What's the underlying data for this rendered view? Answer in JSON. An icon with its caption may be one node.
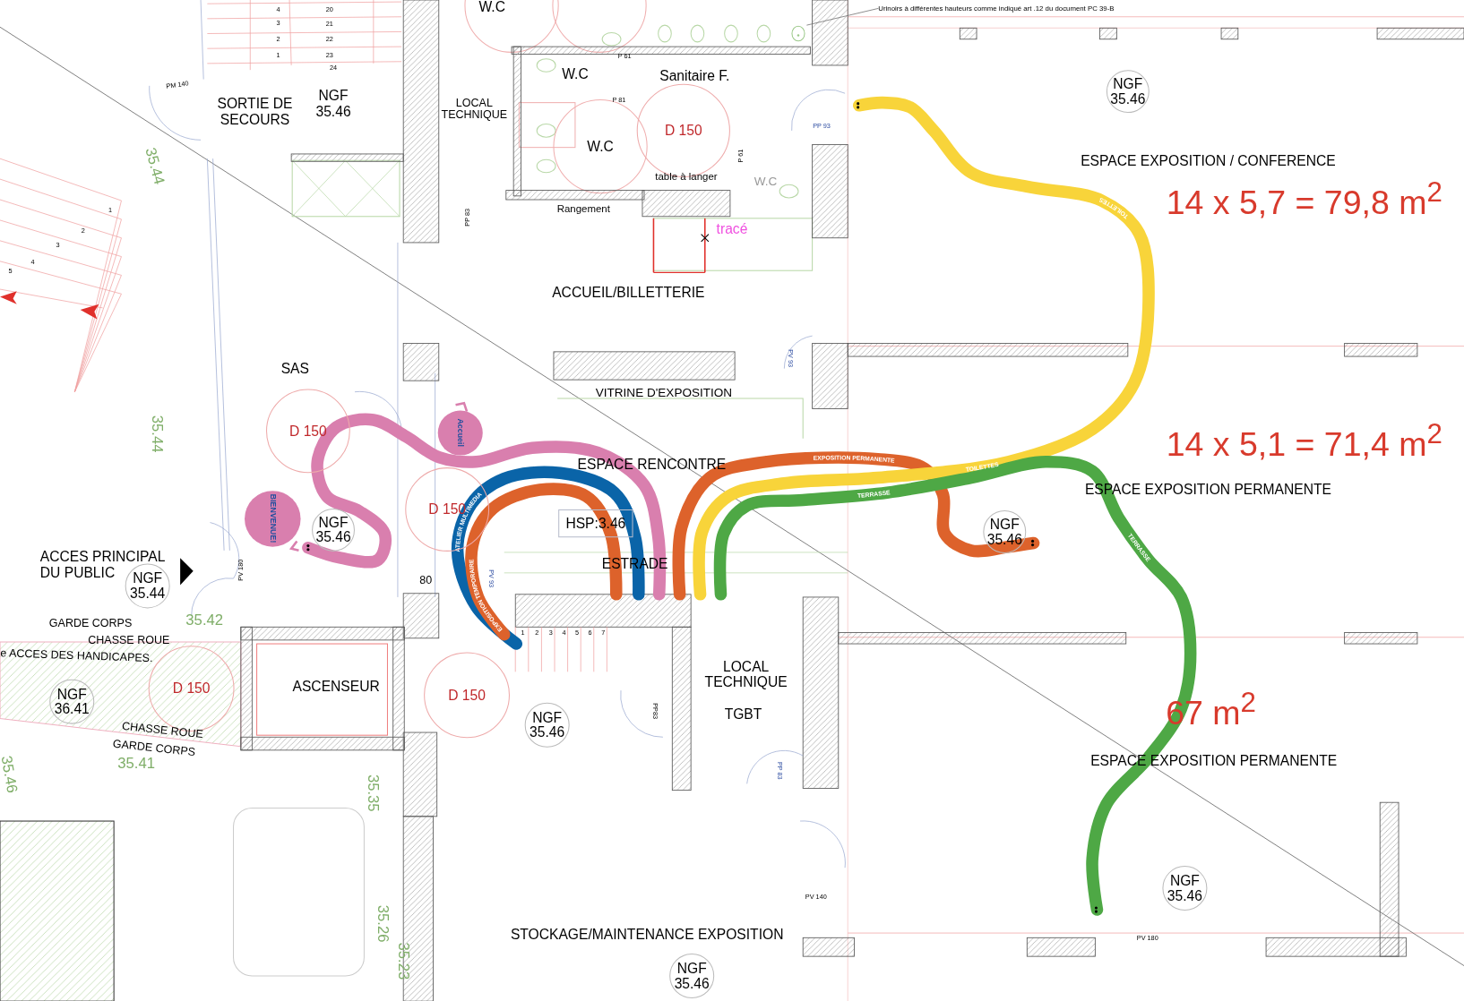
{
  "diagram": {
    "nodes": [
      {
        "text": [
          "Urinoirs à différentes hauteurs comme indiqué art .12 du document PC 39-B"
        ]
      },
      {
        "text": [],
        "shape": "picture"
      },
      {
        "text": [
          "NGF 35.46"
        ]
      },
      {
        "text": [
          "D 150"
        ]
      },
      {
        "text": [
          "D 150"
        ]
      },
      {
        "text": [
          "Accueil"
        ]
      },
      {
        "text": [
          "BIENVENUE!"
        ]
      },
      {
        "text": [
          "NGF 35.46"
        ]
      },
      {
        "text": [
          "D 150"
        ]
      },
      {
        "text": [
          "HSP:3.46"
        ]
      },
      {
        "text": [
          "NGF 35.46"
        ]
      },
      {
        "text": [
          "NGF 35.44"
        ]
      },
      {
        "text": [
          "D 150"
        ]
      },
      {
        "text": [
          "NGF 36.41"
        ]
      },
      {
        "text": [
          "D 150"
        ]
      },
      {
        "text": [
          "NGF 35.46"
        ]
      },
      {
        "text": [
          "NGF 35.46"
        ]
      },
      {
        "text": [
          "NGF 35.46"
        ]
      }
    ],
    "edges": [
      {
        "from": 0,
        "to": 1,
        "arrow": "none"
      }
    ],
    "labels": [
      "4",
      "20",
      "3",
      "21",
      "2",
      "22",
      "1",
      "23",
      "24",
      "W.C",
      "PM 140",
      "LOCAL TECHNIQUE",
      "W.C",
      "Sanitaire F.",
      "P 61",
      "SORTIE DE SECOURS",
      "NGF 35.46",
      "P 81",
      "PP 93",
      "W.C",
      "35.44",
      "P 61",
      "table à langer",
      "W.C",
      "Rangement",
      "PP 83",
      "1",
      "2",
      "3",
      "4",
      "5",
      "tracé",
      "ACCUEIL/BILLETTERIE",
      "PV 93",
      "SAS",
      "VITRINE D'EXPOSITION",
      "35.44",
      "ESPACE RENCONTRE",
      "ESTRADE",
      "80",
      "PV 93",
      "ACCES PRINCIPAL DU PUBLIC",
      "PV 180",
      "GARDE CORPS",
      "CHASSE ROUE",
      "e ACCES DES HANDICAPES.",
      "35.42",
      "1",
      "2",
      "3",
      "4",
      "5",
      "6",
      "7",
      "ASCENSEUR",
      "LOCAL TECHNIQUE",
      "TGBT",
      "PP83",
      "CHASSE ROUE",
      "GARDE CORPS",
      "35.41",
      "35.46",
      "PP 83",
      "35.35",
      "PV 140",
      "35.26",
      "STOCKAGE/MAINTENANCE EXPOSITION",
      "PV 180",
      "35.23",
      "ESPACE EXPOSITION / CONFERENCE",
      "14 x 5,7 = 79,8 m$^{2}$",
      "14 x 5,1 = 71,4 m$^{2}$",
      "ESPACE EXPOSITION PERMANENTE",
      "67 m$^{2}$",
      "ESPACE EXPOSITION PERMANENTE",
      "ATELIER MULTIMEDIA",
      "EXPOSITION TEMPORAIRE",
      "EXPOSITION PERMANENTE",
      "TOILETTES",
      "TOILETTES",
      "TERRASSE",
      "TERRASSE"
    ]
  }
}
